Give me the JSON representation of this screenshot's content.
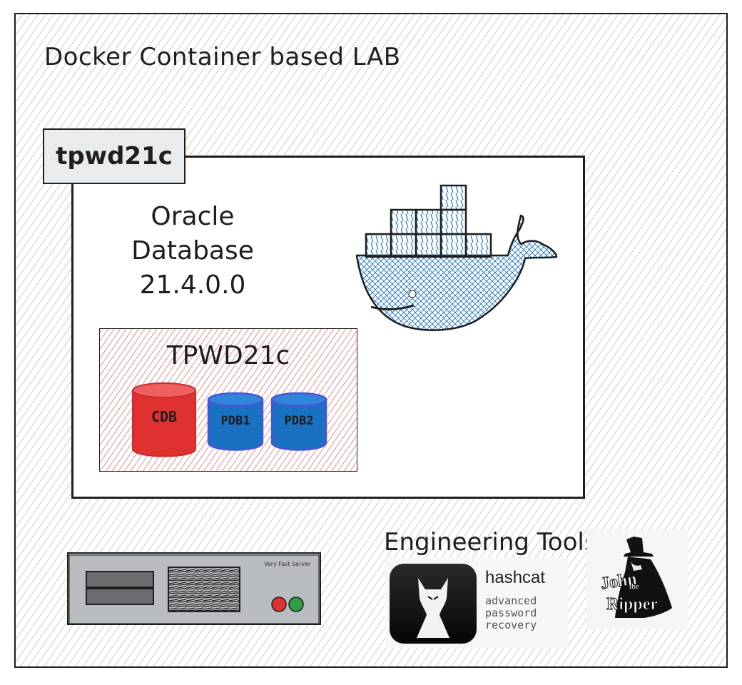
{
  "title": "Docker Container based LAB",
  "container": {
    "name": "tpwd21c"
  },
  "oracle": {
    "line1": "Oracle",
    "line2": "Database",
    "line3": "21.4.0.0"
  },
  "database": {
    "name": "TPWD21c",
    "cylinders": [
      {
        "label": "CDB",
        "color": "#e03131"
      },
      {
        "label": "PDB1",
        "color": "#1971c2"
      },
      {
        "label": "PDB2",
        "color": "#1971c2"
      }
    ]
  },
  "server": {
    "label": "Very Fast Server"
  },
  "tools": {
    "title": "Engineering Tools",
    "hashcat": {
      "name": "hashcat",
      "sub1": "advanced",
      "sub2": "password",
      "sub3": "recovery"
    },
    "john": {
      "line1": "John",
      "line2": "the",
      "line3": "Ripper"
    }
  },
  "icons": [
    "docker-whale-icon",
    "server-icon",
    "hashcat-cat-icon",
    "john-the-ripper-icon"
  ]
}
